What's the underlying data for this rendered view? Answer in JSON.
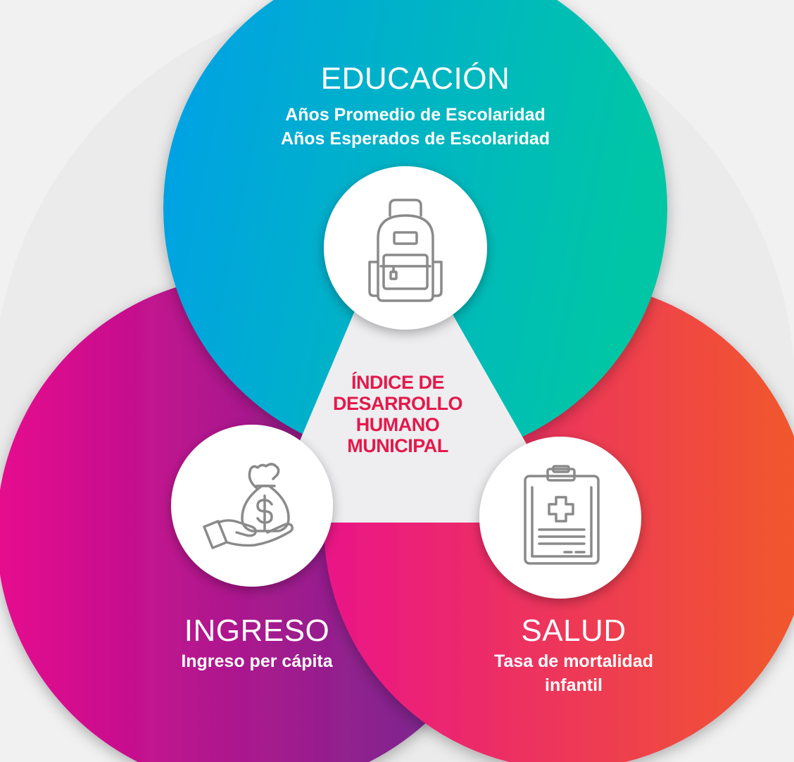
{
  "center": {
    "lines": [
      "ÍNDICE DE",
      "DESARROLLO",
      "HUMANO",
      "MUNICIPAL"
    ],
    "color": "#e4194b"
  },
  "education": {
    "title": "EDUCACIÓN",
    "subtitle_lines": [
      "Años Promedio de Escolaridad",
      "Años Esperados de Escolaridad"
    ],
    "icon": "backpack-icon",
    "colors": [
      "#00a6e8",
      "#00c4a8"
    ]
  },
  "income": {
    "title": "INGRESO",
    "subtitle_lines": [
      "Ingreso per cápita"
    ],
    "icon": "money-bag-hand-icon",
    "colors": [
      "#e6078e",
      "#6a2c8e"
    ]
  },
  "health": {
    "title": "SALUD",
    "subtitle_lines": [
      "Tasa de mortalidad",
      "infantil"
    ],
    "icon": "medical-clipboard-icon",
    "colors": [
      "#ea1587",
      "#f15a29"
    ]
  },
  "icon_stroke_color": "#8a8a8a"
}
